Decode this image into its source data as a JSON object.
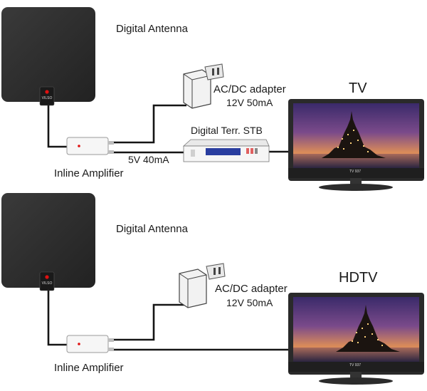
{
  "panels": [
    {
      "antenna_label": "Digital Antenna",
      "antenna_brand": "VILSO",
      "adapter_label": "AC/DC adapter",
      "adapter_spec": "12V 50mA",
      "display_label": "TV",
      "display_brand": "TV 937",
      "stb_label": "Digital Terr. STB",
      "amp_output_spec": "5V 40mA",
      "amplifier_label": "Inline Amplifier"
    },
    {
      "antenna_label": "Digital Antenna",
      "antenna_brand": "VILSO",
      "adapter_label": "AC/DC adapter",
      "adapter_spec": "12V 50mA",
      "display_label": "HDTV",
      "display_brand": "TV 937",
      "amplifier_label": "Inline Amplifier"
    }
  ],
  "colors": {
    "antenna": "#2c2c2c",
    "cable": "#151515",
    "tv_frame": "#2a2a2a",
    "led": "#e01010"
  }
}
